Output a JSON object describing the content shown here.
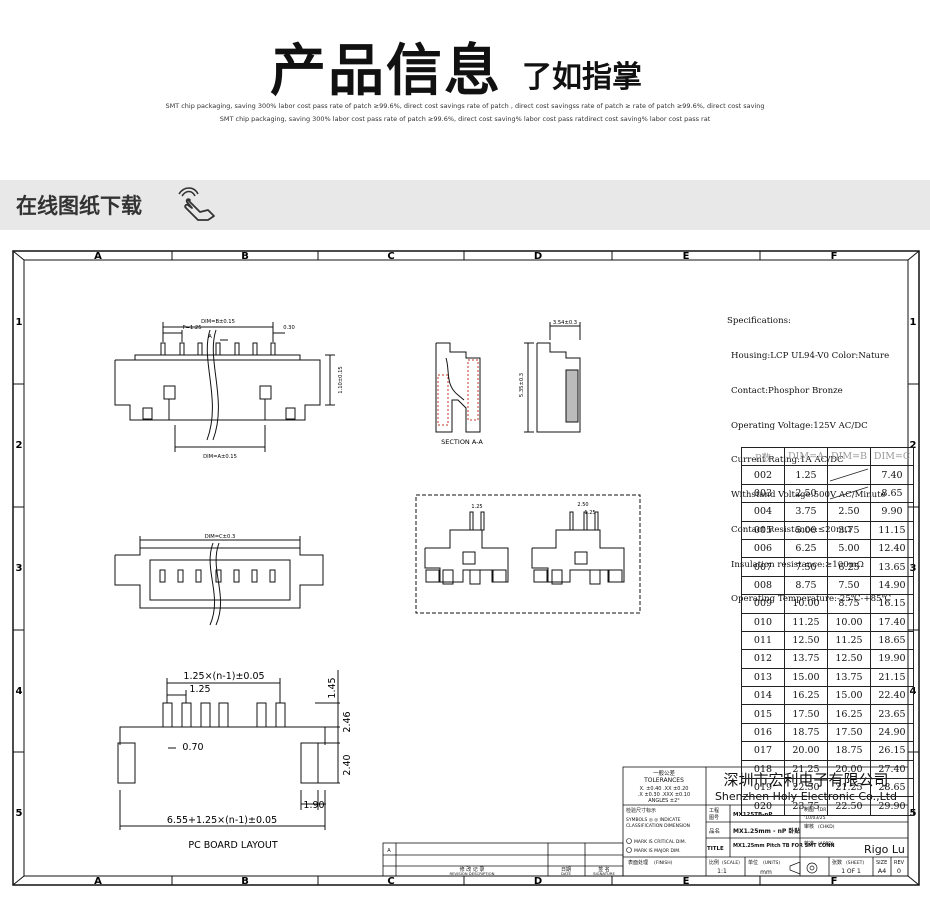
{
  "header": {
    "title": "产品信息",
    "subtitle": "了如指掌",
    "tagline1": "SMT chip packaging, saving 300% labor cost   pass rate of patch ≥99.6%, direct cost savings rate of patch  , direct cost savingss rate of patch ≥ rate of patch ≥99.6%, direct cost saving",
    "tagline2": "SMT chip packaging, saving 300% labor cost   pass rate of patch ≥99.6%, direct cost saving% labor cost   pass ratdirect cost saving% labor cost   pass rat"
  },
  "download": {
    "label": "在线图纸下载",
    "icon": "pointing-hand-icon"
  },
  "frame": {
    "columns": [
      "A",
      "B",
      "C",
      "D",
      "E",
      "F"
    ],
    "rows": [
      "1",
      "2",
      "3",
      "4",
      "5"
    ]
  },
  "views": {
    "top_dim_overall": "DIM=B±0.15",
    "top_pitch": "P=1.25",
    "top_offset": "0.30",
    "top_section_mark": "A",
    "top_height": "1.10±0.15",
    "top_bottom_dim": "DIM=A±0.15",
    "side_width": "3.54±0.3",
    "side_height": "5.35±0.3",
    "section_label": "SECTION A-A",
    "front_dim": "DIM=C±0.3",
    "detail_pitch1": "1.25",
    "detail_pitch2": "2.50",
    "detail_pitch3": "1.25"
  },
  "pcb": {
    "pitch_formula": "1.25×(n-1)±0.05",
    "pitch": "1.25",
    "pad_width": "0.70",
    "h1": "1.45",
    "h2": "2.46",
    "h3": "2.40",
    "side_width": "1.90",
    "total_formula": "6.55+1.25×(n-1)±0.05",
    "caption": "PC BOARD LAYOUT"
  },
  "specs": {
    "heading": "Specifications:",
    "lines": [
      "Housing:LCP UL94-V0 Color:Nature",
      "Contact:Phosphor Bronze",
      "Operating Voltage:125V AC/DC",
      "Current Rating:1A AC/DC",
      "Withstand Voltage:500V AC/Minute",
      "Contact Resistance:≤20mΩ",
      "Insulation resistance:≥100mΩ",
      "Operating Temperature:-25℃-+85℃"
    ]
  },
  "dim_table": {
    "headers": [
      "P数",
      "DIM=A",
      "DIM=B",
      "DIM=C"
    ],
    "rows": [
      [
        "002",
        "1.25",
        "",
        "7.40"
      ],
      [
        "003",
        "2.50",
        "",
        "8.65"
      ],
      [
        "004",
        "3.75",
        "2.50",
        "9.90"
      ],
      [
        "005",
        "5.00",
        "3.75",
        "11.15"
      ],
      [
        "006",
        "6.25",
        "5.00",
        "12.40"
      ],
      [
        "007",
        "7.50",
        "6.25",
        "13.65"
      ],
      [
        "008",
        "8.75",
        "7.50",
        "14.90"
      ],
      [
        "009",
        "10.00",
        "8.75",
        "16.15"
      ],
      [
        "010",
        "11.25",
        "10.00",
        "17.40"
      ],
      [
        "011",
        "12.50",
        "11.25",
        "18.65"
      ],
      [
        "012",
        "13.75",
        "12.50",
        "19.90"
      ],
      [
        "013",
        "15.00",
        "13.75",
        "21.15"
      ],
      [
        "014",
        "16.25",
        "15.00",
        "22.40"
      ],
      [
        "015",
        "17.50",
        "16.25",
        "23.65"
      ],
      [
        "016",
        "18.75",
        "17.50",
        "24.90"
      ],
      [
        "017",
        "20.00",
        "18.75",
        "26.15"
      ],
      [
        "018",
        "21.25",
        "20.00",
        "27.40"
      ],
      [
        "019",
        "22.50",
        "21.25",
        "28.65"
      ],
      [
        "020",
        "23.75",
        "22.50",
        "29.90"
      ]
    ]
  },
  "title_block": {
    "tolerance_title": "一般公差",
    "tolerance_en": "TOLERANCES",
    "tol1": "X. ±0.40   .XX ±0.20",
    "tol2": ".X ±0.30  .XXX ±0.10",
    "tol3": "ANGLES    ±2°",
    "company_cn": "深圳市宏利电子有限公司",
    "company_en": "Shenzhen Holy Electronic Co.,Ltd",
    "inspect": "检验尺寸标示",
    "symbols": "SYMBOLS ◎ ◎ INDICATE",
    "classification": "CLASSIFICATION DIMENSION",
    "mark1": "MARK IS CRITICAL DIM.",
    "mark2": "MARK IS MAJOR DIM.",
    "finish_cn": "表面处理",
    "finish_en": "(FINISH)",
    "part_label_cn": "工程",
    "part_label_cn2": "图号",
    "part_no": "MX125TB-nP",
    "name_label": "品名",
    "part_name": "MX1.25mm - nP 卧贴",
    "title_label": "TITLE",
    "title_value": "MX1.25mm Pitch TB FOR SMT CONN",
    "scale_label": "比例",
    "scale_en": "(SCALE)",
    "scale": "1:1",
    "unit_label": "单位",
    "unit_en": "(UNITS)",
    "unit": "mm",
    "drawn_label": "制图",
    "drawn_en": "(DR)",
    "date": "'10/03/25",
    "checked_label": "审核",
    "checked_en": "(CHKD)",
    "approved_label": "核准",
    "approved_en": "(APPD)",
    "approver": "Rigo Lu",
    "sheet_label": "张数",
    "sheet_en": "(SHEET)",
    "sheet": "1  OF  1",
    "size_label": "SIZE",
    "size": "A4",
    "rev_label": "REV",
    "rev": "0",
    "rev_desc": "修 改 记 录",
    "rev_desc_en": "REVISION  DESCRIPTION",
    "rev_date": "日期",
    "rev_date_en": "DATE",
    "rev_sign": "签 名",
    "rev_sign_en": "SIGNATURE",
    "rev_mark": "A"
  }
}
